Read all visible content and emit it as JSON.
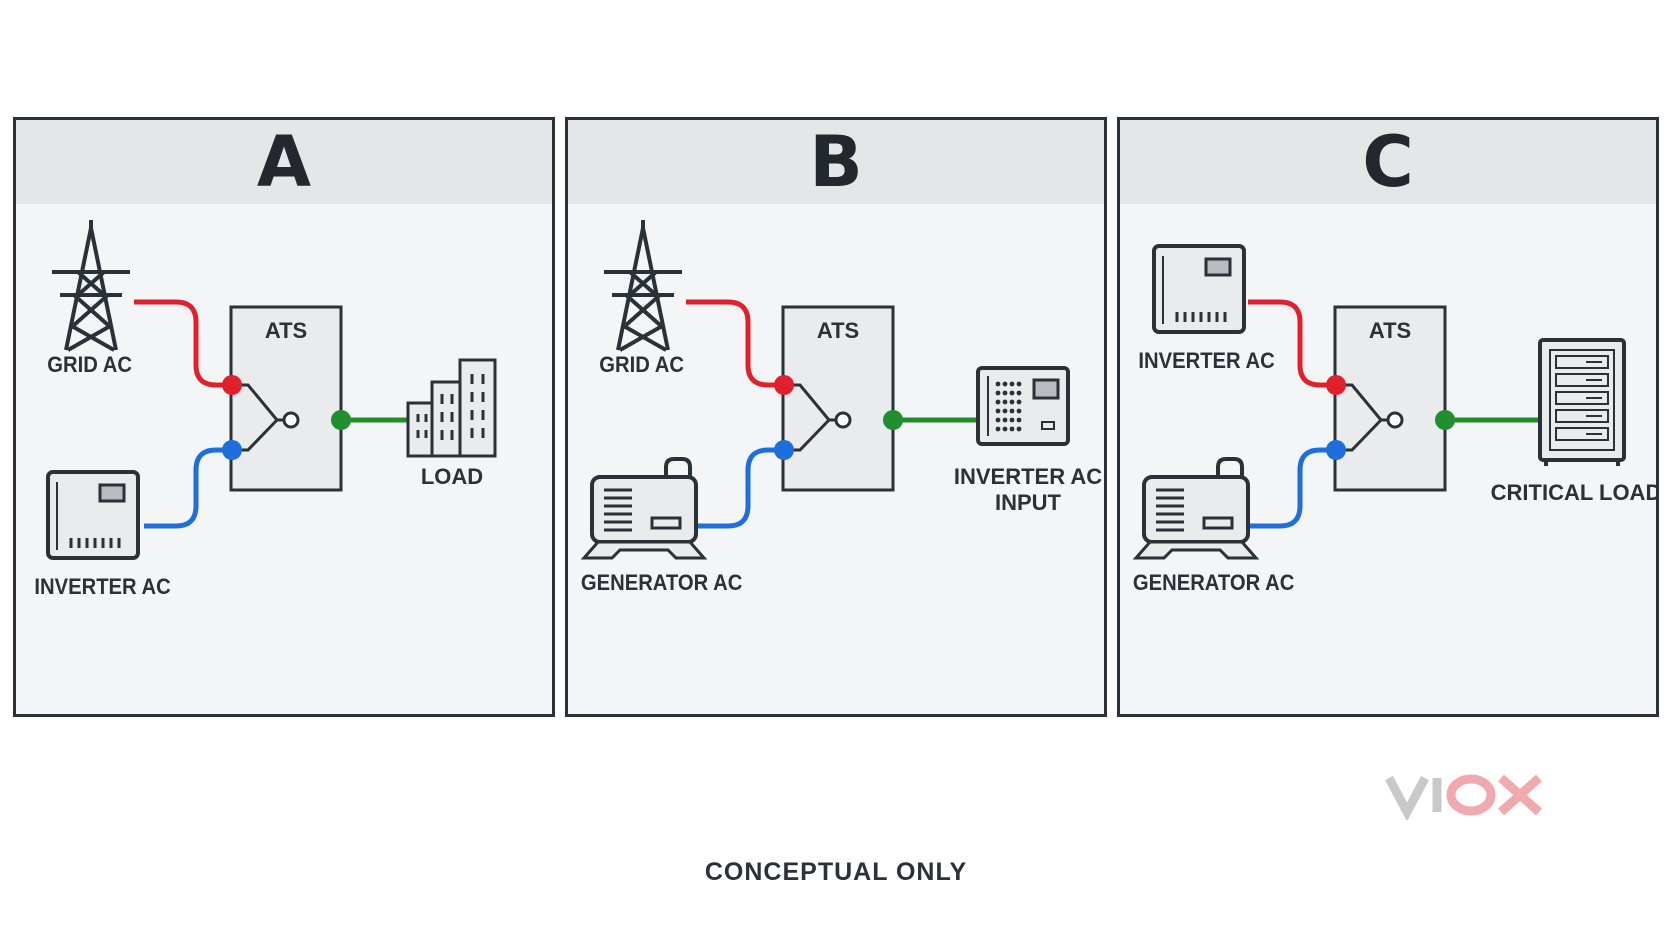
{
  "panels": [
    {
      "letter": "A",
      "source_top": "GRID AC",
      "source_bottom": "INVERTER AC",
      "switch": "ATS",
      "load": "LOAD"
    },
    {
      "letter": "B",
      "source_top": "GRID AC",
      "source_bottom": "GENERATOR AC",
      "switch": "ATS",
      "load_line1": "INVERTER AC",
      "load_line2": "INPUT"
    },
    {
      "letter": "C",
      "source_top": "INVERTER AC",
      "source_bottom": "GENERATOR AC",
      "switch": "ATS",
      "load": "CRITICAL LOAD"
    }
  ],
  "footer": "CONCEPTUAL ONLY",
  "logo": "VIOX",
  "colors": {
    "line_top": "#e0202a",
    "line_bottom": "#1e6fdc",
    "line_out": "#1f8f2e",
    "outline": "#2b3138",
    "header_bg": "#e4e6e8",
    "panel_bg": "#f4f5f6"
  },
  "icons": [
    "transmission-tower-icon",
    "inverter-icon",
    "generator-icon",
    "building-icon",
    "inverter-panel-icon",
    "server-rack-icon"
  ]
}
